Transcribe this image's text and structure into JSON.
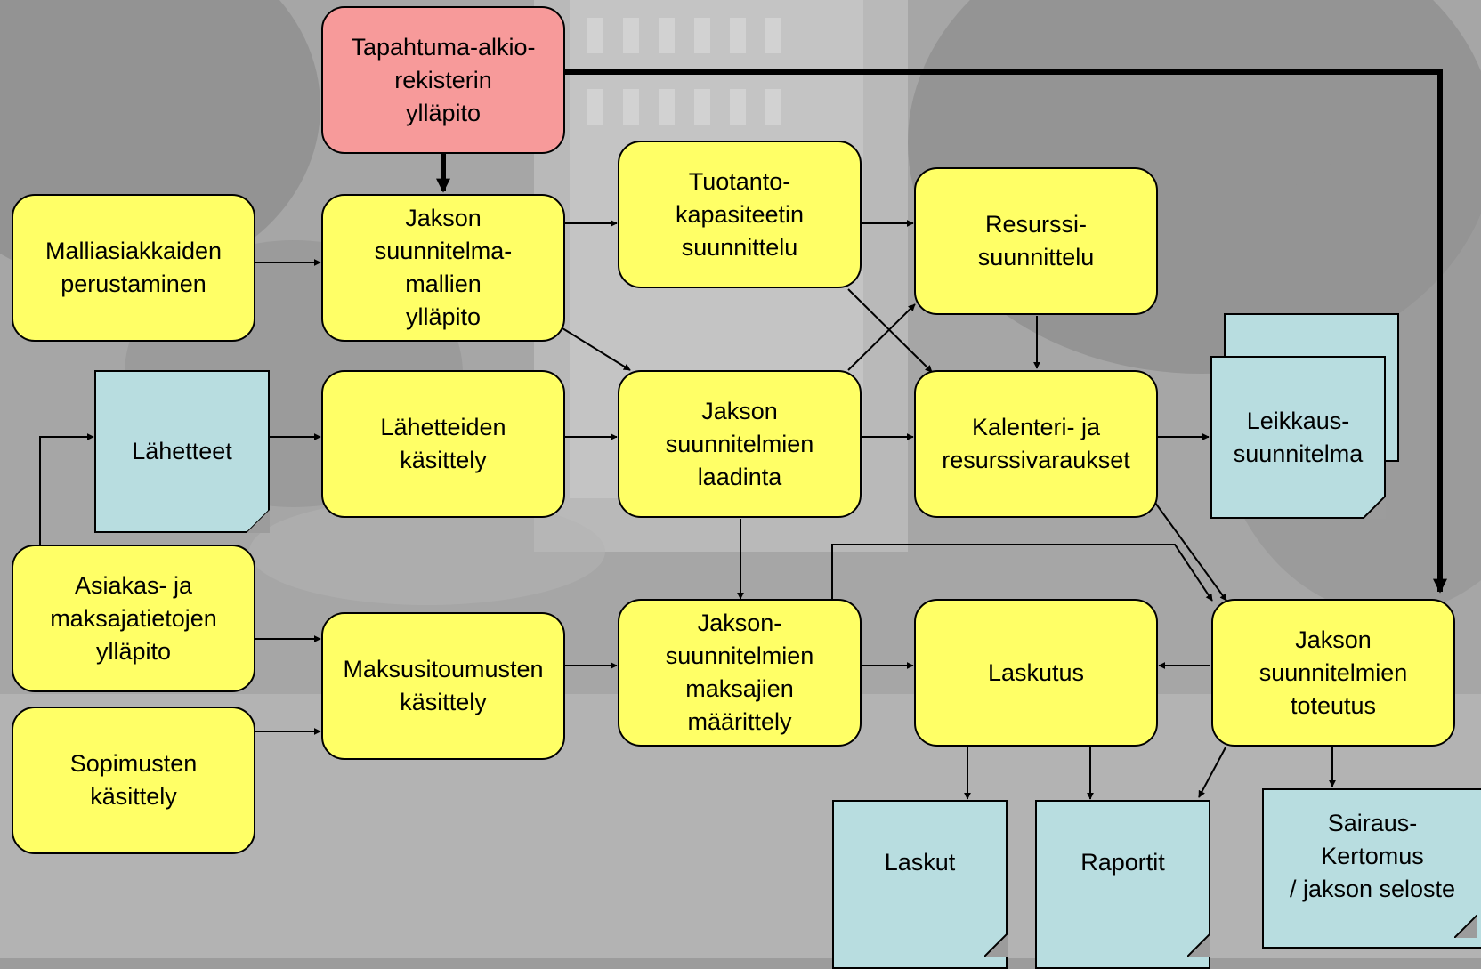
{
  "nodes": {
    "tapahtuma": "Tapahtuma-alkio-\nrekisterin\nylläpito",
    "malliasiakkaat": "Malliasiakkaiden\nperustaminen",
    "mallit": "Jakson\nsuunnitelma-\nmallien\nylläpito",
    "tuotanto": "Tuotanto-\nkapasiteetin\nsuunnittelu",
    "resurssi": "Resurssi-\nsuunnittelu",
    "lahetteet": "Lähetteet",
    "lahetteiden": "Lähetteiden\nkäsittely",
    "laadinta": "Jakson\nsuunnitelmien\nlaadinta",
    "kalenteri": "Kalenteri- ja\nresurssivaraukset",
    "leikkaus": "Leikkaus-\nsuunnitelma",
    "asiakas": "Asiakas- ja\nmaksajatietojen\nylläpito",
    "maksusitoumus": "Maksusitoumusten\nkäsittely",
    "maksajat": "Jakson-\nsuunnitelmien\nmaksajien\nmäärittely",
    "laskutus": "Laskutus",
    "toteutus": "Jakson\nsuunnitelmien\ntoteutus",
    "sopimus": "Sopimusten\nkäsittely",
    "laskut": "Laskut",
    "raportit": "Raportit",
    "sairaus": "Sairaus-\nKertomus\n/ jakson seloste"
  },
  "colors": {
    "process": "#ffff66",
    "registry": "#f79a9a",
    "document": "#b8dde0"
  }
}
